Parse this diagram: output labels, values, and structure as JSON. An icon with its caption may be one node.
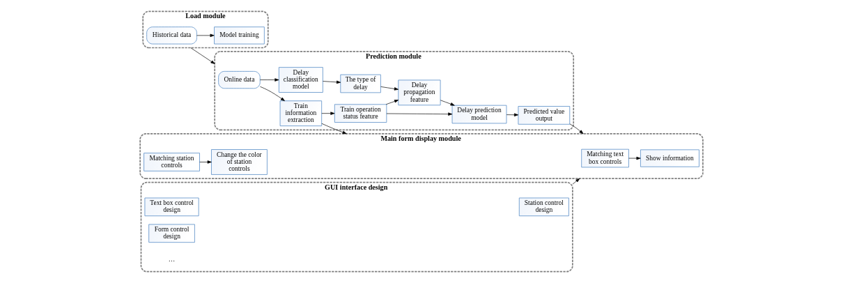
{
  "diagram": {
    "nodes": [
      {
        "text": [
          "Load module"
        ]
      },
      {
        "text": [
          "Historical data"
        ],
        "in": 0
      },
      {
        "text": [
          "Model training"
        ],
        "in": 0
      },
      {
        "text": [
          "Prediction module"
        ]
      },
      {
        "text": [
          "Online data"
        ],
        "in": 3
      },
      {
        "text": [
          "Train information extraction"
        ],
        "in": 3
      },
      {
        "text": [
          "Delay classification model"
        ],
        "in": 3
      },
      {
        "text": [
          "The type of delay"
        ],
        "in": 3
      },
      {
        "text": [
          "Train operation status feature"
        ],
        "in": 3
      },
      {
        "text": [
          "Delay propagation feature"
        ],
        "in": 3
      },
      {
        "text": [
          "Delay prediction model"
        ],
        "in": 3
      },
      {
        "text": [
          "Predicted value output"
        ],
        "in": 3
      },
      {
        "text": [
          "GUI interface design"
        ]
      },
      {
        "text": [
          "Station control design"
        ],
        "in": 12
      },
      {
        "text": [
          "Text box control design"
        ],
        "in": 12
      },
      {
        "text": [
          "Form control design"
        ],
        "in": 12
      },
      {
        "text": [
          "Main form display module"
        ]
      },
      {
        "text": [
          "Matching text box controls"
        ],
        "in": 16
      },
      {
        "text": [
          "Show information"
        ],
        "in": 16
      },
      {
        "text": [
          "Matching station controls"
        ],
        "in": 16
      },
      {
        "text": [
          "Change the color of station controls"
        ],
        "in": 16
      }
    ],
    "edges": [
      {
        "from": 1,
        "to": 2,
        "arrow": "to"
      },
      {
        "from": 0,
        "to": 3,
        "arrow": "to"
      },
      {
        "from": 4,
        "to": 5,
        "arrow": "to"
      },
      {
        "from": 4,
        "to": 6,
        "arrow": "to"
      },
      {
        "from": 6,
        "to": 7,
        "arrow": "to"
      },
      {
        "from": 5,
        "to": 8,
        "arrow": "to"
      },
      {
        "from": 7,
        "to": 9,
        "arrow": "to"
      },
      {
        "from": 8,
        "to": 9,
        "arrow": "to"
      },
      {
        "from": 8,
        "to": 10,
        "arrow": "to"
      },
      {
        "from": 9,
        "to": 10,
        "arrow": "to"
      },
      {
        "from": 10,
        "to": 11,
        "arrow": "to"
      },
      {
        "from": 5,
        "to": 16,
        "arrow": "to"
      },
      {
        "from": 11,
        "to": 16,
        "arrow": "to"
      },
      {
        "from": 12,
        "to": 16,
        "arrow": "to"
      },
      {
        "from": 17,
        "to": 18,
        "arrow": "to"
      },
      {
        "from": 19,
        "to": 20,
        "arrow": "to"
      }
    ],
    "labels": [
      "…"
    ]
  }
}
